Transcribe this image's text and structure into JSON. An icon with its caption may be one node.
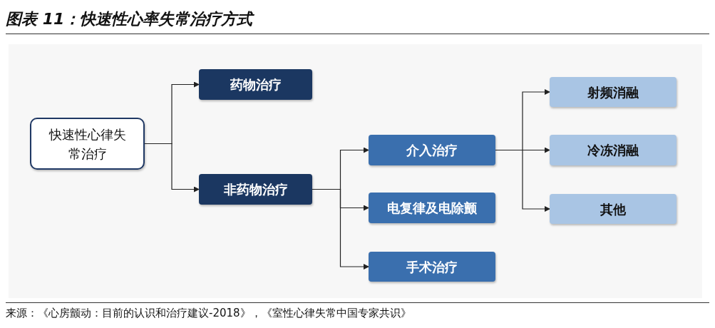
{
  "diagram": {
    "title": "图表 11：快速性心率失常治疗方式",
    "caption": "来源：《心房颤动：目前的认识和治疗建议-2018》，《室性心律失常中国专家共识》",
    "nodes": [
      {
        "text": [
          "快速性心律失常治疗"
        ]
      },
      {
        "text": [
          "药物治疗"
        ]
      },
      {
        "text": [
          "非药物治疗"
        ]
      },
      {
        "text": [
          "介入治疗"
        ]
      },
      {
        "text": [
          "电复律及电除颤"
        ]
      },
      {
        "text": [
          "手术治疗"
        ]
      },
      {
        "text": [
          "射频消融"
        ]
      },
      {
        "text": [
          "冷冻消融"
        ]
      },
      {
        "text": [
          "其他"
        ]
      }
    ],
    "edges": [
      {
        "from": 0,
        "to": 1,
        "arrow": "to"
      },
      {
        "from": 0,
        "to": 2,
        "arrow": "to"
      },
      {
        "from": 2,
        "to": 3,
        "arrow": "to"
      },
      {
        "from": 2,
        "to": 4,
        "arrow": "to"
      },
      {
        "from": 2,
        "to": 5,
        "arrow": "to"
      },
      {
        "from": 3,
        "to": 6,
        "arrow": "to"
      },
      {
        "from": 3,
        "to": 7,
        "arrow": "to"
      },
      {
        "from": 3,
        "to": 8,
        "arrow": "to"
      }
    ]
  }
}
